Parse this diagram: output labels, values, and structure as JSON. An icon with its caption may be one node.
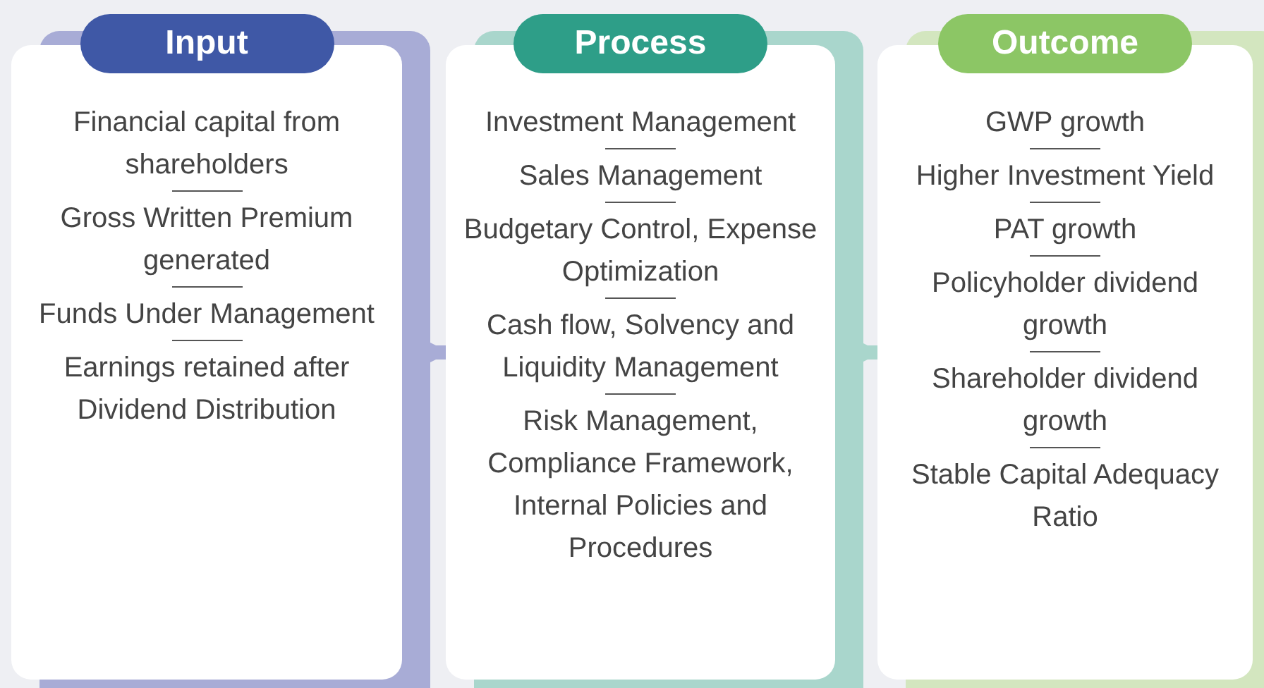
{
  "diagram": {
    "nodes": [
      {
        "text": [
          "Input",
          "Financial capital from shareholders",
          "Gross Written Premium generated",
          "Funds Under Management",
          "Earnings retained after Dividend Distribution"
        ]
      },
      {
        "text": [
          "Process",
          "Investment Management",
          "Sales Management",
          "Budgetary Control, Expense Optimization",
          "Cash flow, Solvency and Liquidity Management",
          "Risk Management, Compliance Framework, Internal Policies and Procedures"
        ]
      },
      {
        "text": [
          "Outcome",
          "GWP growth",
          "Higher Investment Yield",
          "PAT growth",
          "Policyholder dividend growth",
          "Shareholder dividend growth",
          "Stable Capital Adequacy Ratio"
        ]
      }
    ],
    "edges": [
      {
        "from": 0,
        "to": 1,
        "arrow": "to"
      },
      {
        "from": 1,
        "to": 2,
        "arrow": "to"
      }
    ]
  }
}
